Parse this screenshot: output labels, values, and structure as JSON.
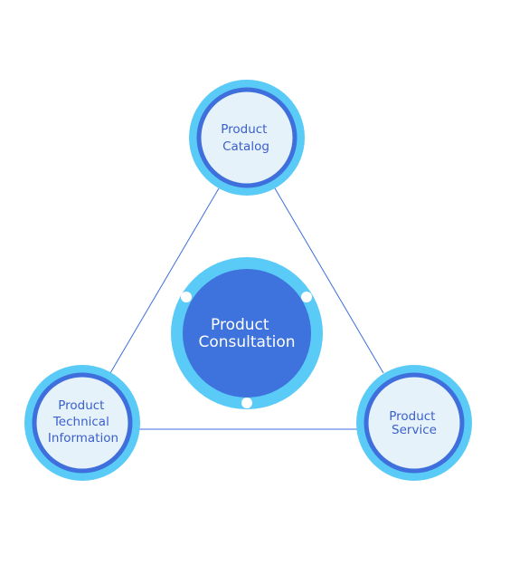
{
  "colors": {
    "outer_ring": "#5ACBF7",
    "inner_ring": "#3E6FDC",
    "node_fill": "#E6F2FA",
    "node_text": "#3A5FCC",
    "center_fill": "#3E72DC",
    "center_text": "#FFFFFF",
    "connector": "#3E6FDC",
    "dot": "#FFFFFF"
  },
  "center": {
    "line1": "Product",
    "line2": "Consultation"
  },
  "nodes": {
    "catalog": {
      "line1": "Product",
      "line2": "Catalog"
    },
    "technical": {
      "line1": "Product",
      "line2": "Technical",
      "line3": "Information"
    },
    "service": {
      "line1": "Product",
      "line2": "Service"
    }
  }
}
